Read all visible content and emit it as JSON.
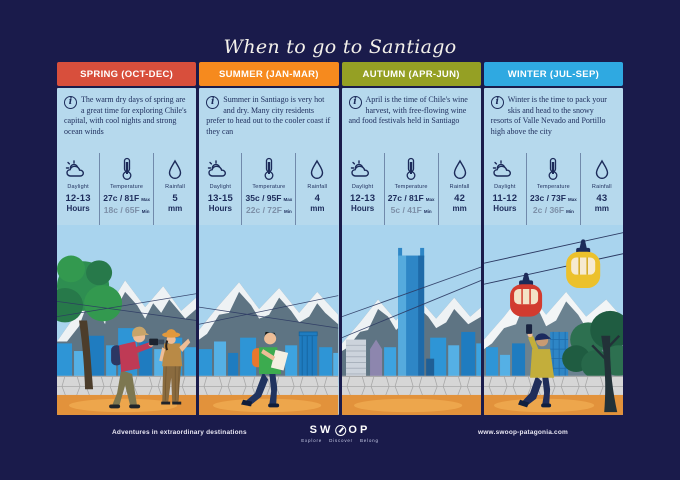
{
  "title": "When to go to Santiago",
  "stat_labels": {
    "daylight": "Daylight",
    "temperature": "Temperature",
    "rainfall": "Rainfall",
    "max": "Max",
    "min": "Min",
    "hours": "Hours",
    "mm": "mm"
  },
  "columns": [
    {
      "season": "spring",
      "header": "SPRING (OCT-DEC)",
      "header_color": "#d84f3c",
      "description": "The warm dry days of spring are a great time for exploring Chile's capital, with cool nights and strong ocean winds",
      "daylight": "12-13",
      "temp_max": "27c / 81F",
      "temp_min": "18c / 65F",
      "rainfall": "5"
    },
    {
      "season": "summer",
      "header": "SUMMER (JAN-MAR)",
      "header_color": "#f68a1e",
      "description": "Summer in Santiago is very hot and dry. Many city residents prefer to head out to the cooler coast if they can",
      "daylight": "13-15",
      "temp_max": "35c / 95F",
      "temp_min": "22c / 72F",
      "rainfall": "4"
    },
    {
      "season": "autumn",
      "header": "AUTUMN (APR-JUN)",
      "header_color": "#95a024",
      "description": "April is the time of Chile's wine harvest, with free-flowing wine and food festivals held in Santiago",
      "daylight": "12-13",
      "temp_max": "27c / 81F",
      "temp_min": "5c / 41F",
      "rainfall": "42"
    },
    {
      "season": "winter",
      "header": "WINTER (JUL-SEP)",
      "header_color": "#2fa9e1",
      "description": "Winter is the time to pack your skis and head to the snowy resorts of Valle Nevado and Portillo high above the city",
      "daylight": "11-12",
      "temp_max": "23c / 73F",
      "temp_min": "2c / 36F",
      "rainfall": "43"
    }
  ],
  "footer": {
    "left": "Adventures in extraordinary destinations",
    "logo_sw": "SW",
    "logo_op": "OP",
    "tagline": [
      "Explore",
      "Discover",
      "Belong"
    ],
    "right": "www.swoop-patagonia.com"
  },
  "colors": {
    "background": "#1a1b4b",
    "panel": "#b6d9ed",
    "ground": "#e2923b",
    "text": "#1c2b5a"
  },
  "info_icon_glyph": "i"
}
